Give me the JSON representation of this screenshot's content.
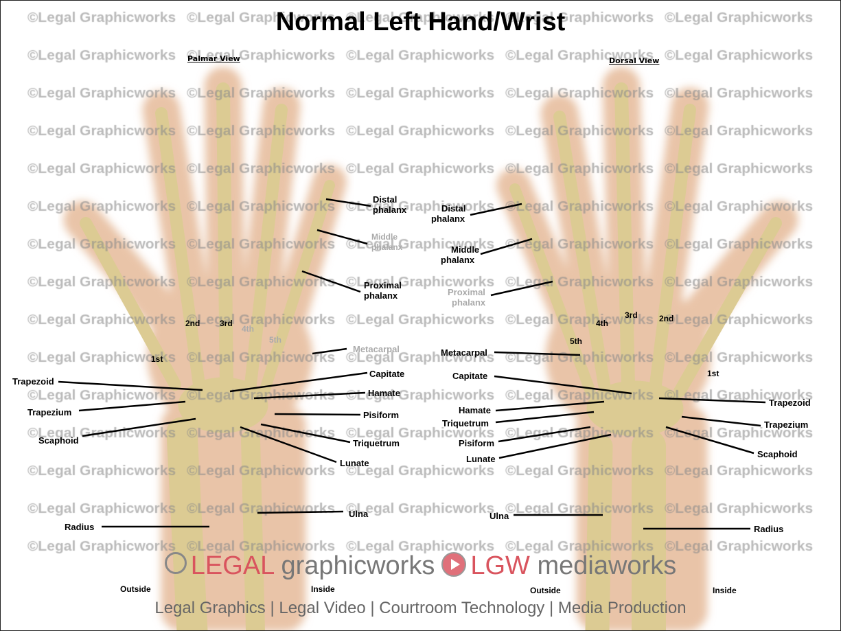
{
  "title": "Normal Left Hand/Wrist",
  "watermark": "©Legal Graphicworks",
  "views": {
    "palmar": "Palmar View",
    "dorsal": "Dorsal View"
  },
  "palmar": {
    "distal": [
      "Distal",
      "phalanx"
    ],
    "middle": [
      "Middle",
      "phalanx"
    ],
    "proximal": [
      "Proximal",
      "phalanx"
    ],
    "metacarpal": "Metacarpal",
    "digits": {
      "d1": "1st",
      "d2": "2nd",
      "d3": "3rd",
      "d4": "4th",
      "d5": "5th"
    },
    "trapezoid": "Trapezoid",
    "trapezium": "Trapezium",
    "scaphoid": "Scaphoid",
    "capitate": "Capitate",
    "hamate": "Hamate",
    "pisiform": "Pisiform",
    "triquetrum": "Triquetrum",
    "lunate": "Lunate",
    "ulna": "Ulna",
    "radius": "Radius",
    "outside": "Outside",
    "inside": "Inside"
  },
  "dorsal": {
    "distal": [
      "Distal",
      "phalanx"
    ],
    "middle": [
      "Middle",
      "phalanx"
    ],
    "proximal": [
      "Proximal",
      "phalanx"
    ],
    "metacarpal": "Metacarpal",
    "digits": {
      "d1": "1st",
      "d2": "2nd",
      "d3": "3rd",
      "d4": "4th",
      "d5": "5th"
    },
    "capitate": "Capitate",
    "hamate": "Hamate",
    "triquetrum": "Triquetrum",
    "pisiform": "Pisiform",
    "lunate": "Lunate",
    "trapezoid": "Trapezoid",
    "trapezium": "Trapezium",
    "scaphoid": "Scaphoid",
    "ulna": "Ulna",
    "radius": "Radius",
    "outside": "Outside",
    "inside": "Inside"
  },
  "logo": {
    "legal": "LEGAL",
    "graphicworks": "graphicworks",
    "lgw": "LGW",
    "mediaworks": "mediaworks"
  },
  "tagline": "Legal Graphics | Legal Video | Courtroom Technology | Media Production",
  "colors": {
    "skin": "#e9c4a8",
    "bone": "#dccb93",
    "logo_red": "#d9545e"
  }
}
